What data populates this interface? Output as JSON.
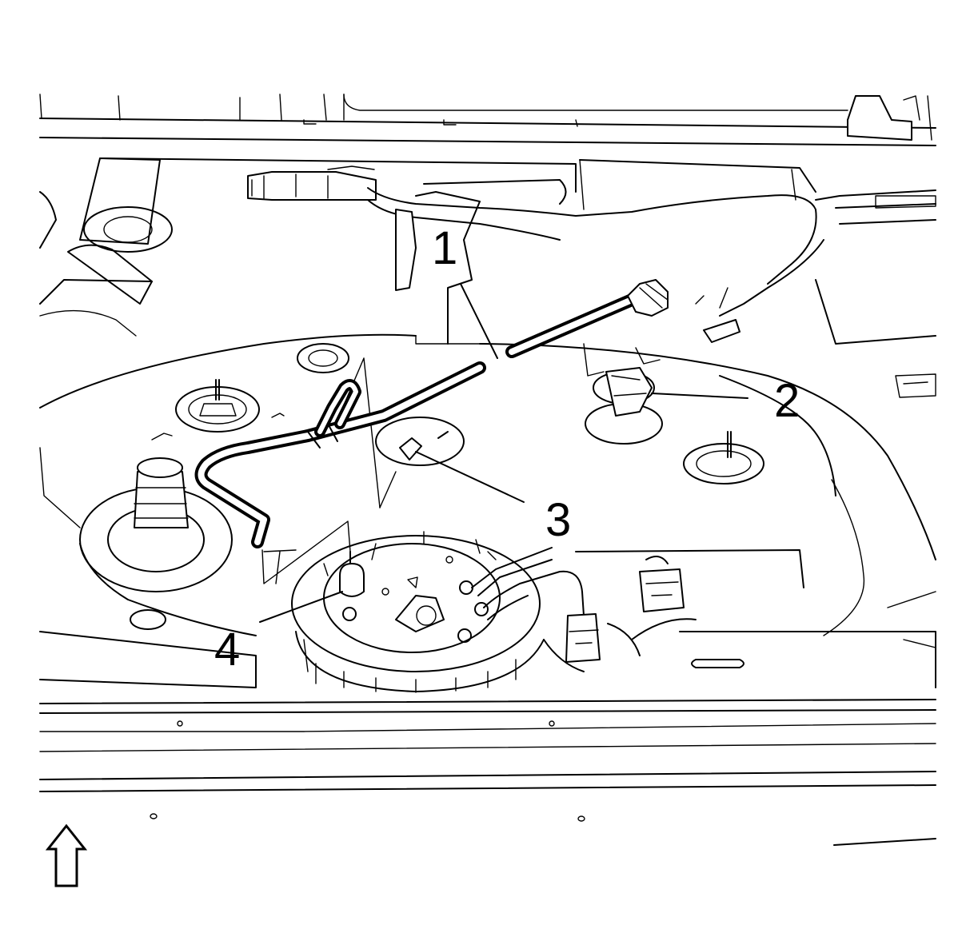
{
  "callouts": [
    {
      "id": "1",
      "label": "1"
    },
    {
      "id": "2",
      "label": "2"
    },
    {
      "id": "3",
      "label": "3"
    },
    {
      "id": "4",
      "label": "4"
    }
  ],
  "direction_icon": "up-arrow-icon"
}
